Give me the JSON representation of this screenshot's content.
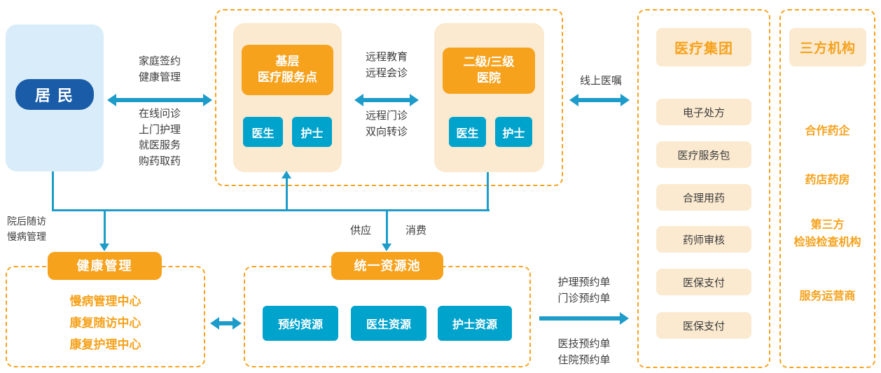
{
  "colors": {
    "orange": "#F6A21D",
    "cream": "#FBEAD0",
    "dark_blue": "#1A5CA8",
    "light_blue": "#D8EDF9",
    "teal": "#00A3CC",
    "arrow": "#1E9CC9",
    "text": "#3C3C3C"
  },
  "resident": {
    "label": "居 民"
  },
  "resident_link": {
    "top": [
      "家庭签约",
      "健康管理"
    ],
    "bottom": [
      "在线问诊",
      "上门护理",
      "就医服务",
      "购药取药"
    ]
  },
  "network": {
    "primary_site": {
      "title": [
        "基层",
        "医疗服务点"
      ],
      "members": [
        "医生",
        "护士"
      ]
    },
    "hospital": {
      "title": [
        "二级/三级",
        "医院"
      ],
      "members": [
        "医生",
        "护士"
      ]
    },
    "link_top": [
      "远程教育",
      "远程会诊"
    ],
    "link_bottom": [
      "远程门诊",
      "双向转诊"
    ]
  },
  "online_order": {
    "label": "线上医嘱"
  },
  "medical_group": {
    "title": "医疗集团",
    "items": [
      "电子处方",
      "医疗服务包",
      "合理用药",
      "药师审核",
      "医保支付",
      "医保支付"
    ]
  },
  "third_party": {
    "title": "三方机构",
    "items": [
      [
        "合作药企"
      ],
      [
        "药店药房"
      ],
      [
        "第三方",
        "检验检查机构"
      ],
      [
        "服务运营商"
      ]
    ]
  },
  "bus": {
    "left_note": [
      "院后随访",
      "慢病管理"
    ],
    "supply": "供应",
    "consume": "消费"
  },
  "health_mgmt": {
    "title": "健康管理",
    "items": [
      "慢病管理中心",
      "康复随访中心",
      "康复护理中心"
    ]
  },
  "resource_pool": {
    "title": "统一资源池",
    "items": [
      "预约资源",
      "医生资源",
      "护士资源"
    ]
  },
  "order_link": {
    "top": [
      "护理预约单",
      "门诊预约单"
    ],
    "bottom": [
      "医技预约单",
      "住院预约单"
    ]
  }
}
